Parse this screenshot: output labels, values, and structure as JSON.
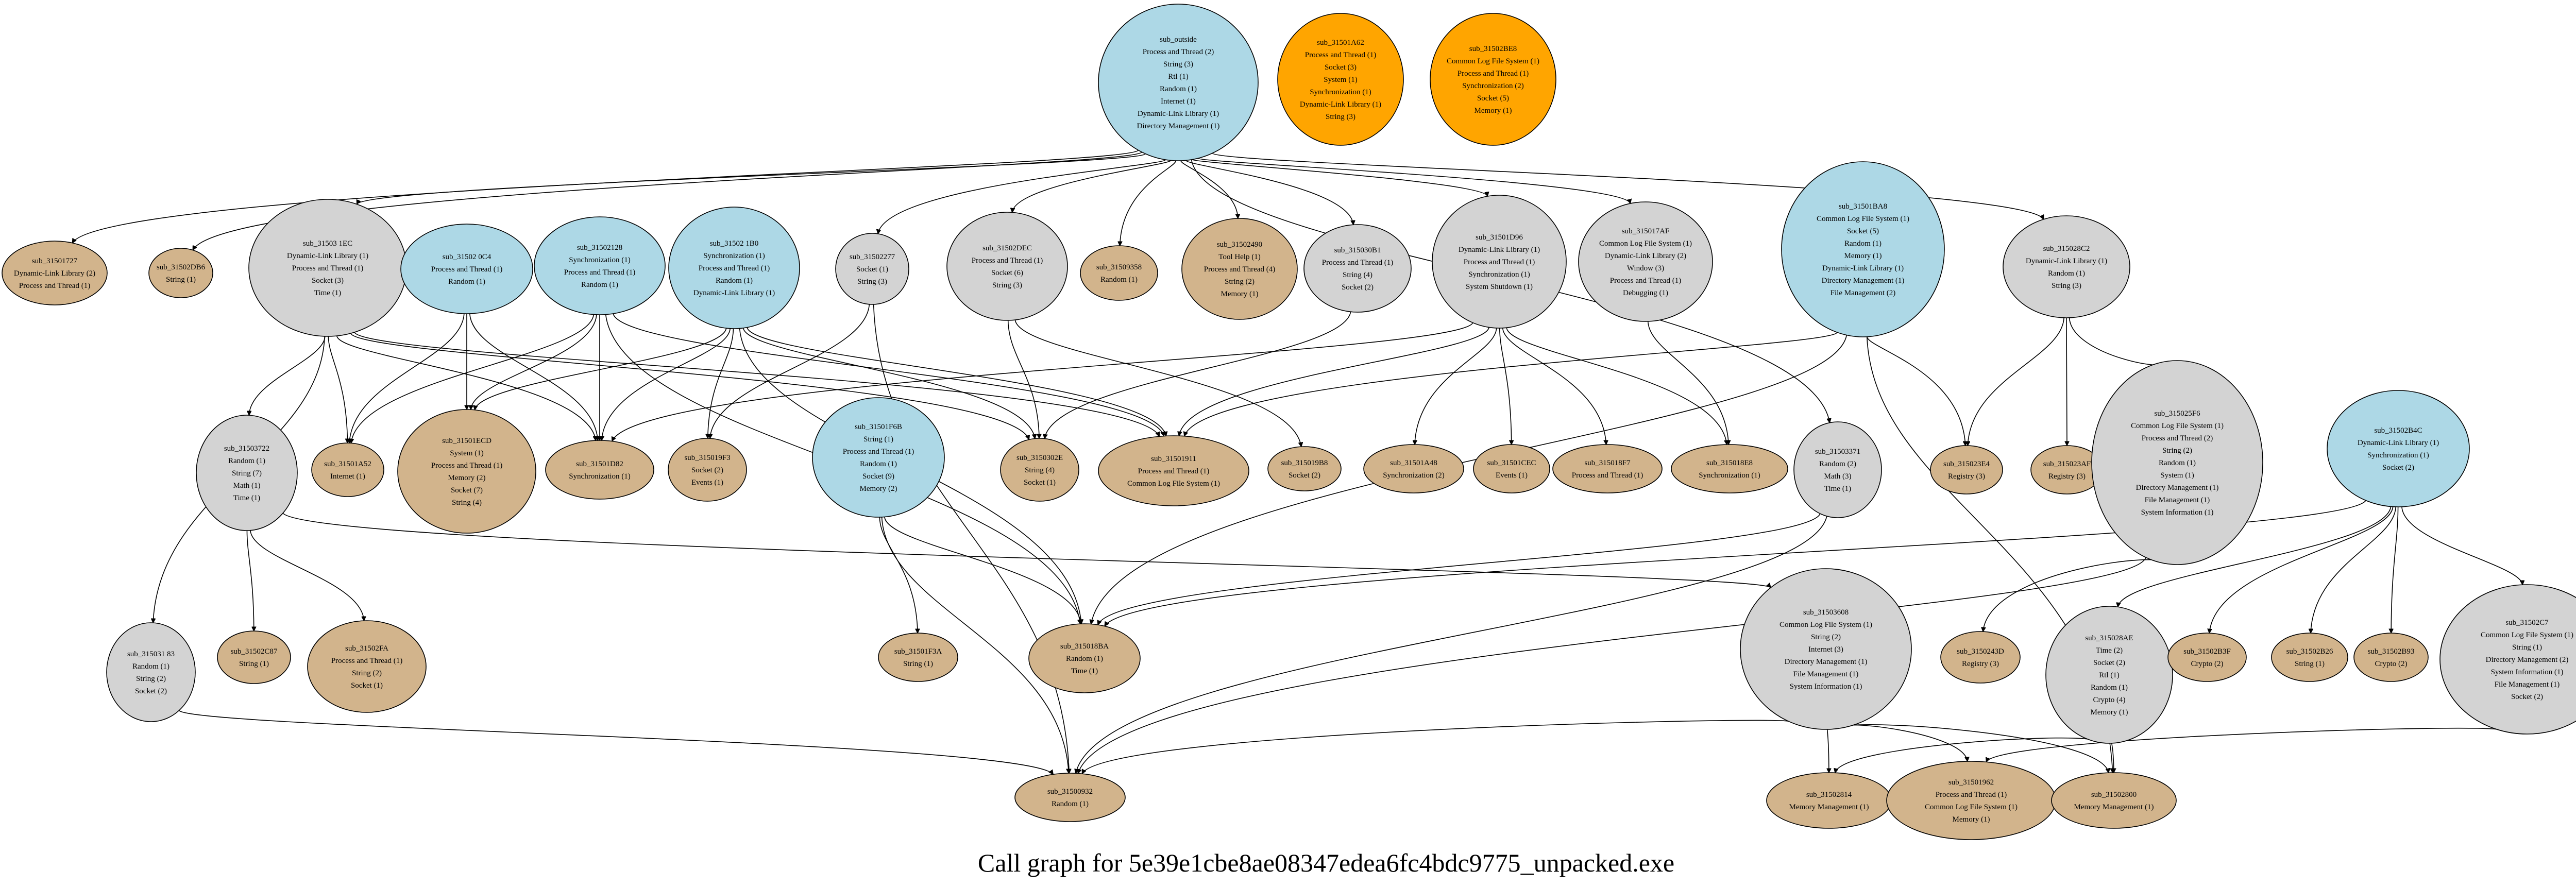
{
  "caption": "Call graph for 5e39e1cbe8ae08347edea6fc4bdc9775_unpacked.exe",
  "colors": {
    "blue": "#add8e6",
    "orange": "#ffa500",
    "tan": "#d2b48c",
    "gray": "#d3d3d3"
  },
  "nodes": [
    {
      "id": "sub_outside",
      "color": "blue",
      "lines": [
        "sub_outside",
        "Process and Thread (2)",
        "String (3)",
        "Rtl (1)",
        "Random (1)",
        "Internet (1)",
        "Dynamic-Link Library (1)",
        "Directory Management (1)"
      ]
    },
    {
      "id": "sub_31501A62",
      "color": "orange",
      "lines": [
        "sub_31501A62",
        "Process and Thread (1)",
        "Socket (3)",
        "System (1)",
        "Synchronization (1)",
        "Dynamic-Link Library (1)",
        "String (3)"
      ]
    },
    {
      "id": "sub_31502BE8",
      "color": "orange",
      "lines": [
        "sub_31502BE8",
        "Common Log File System (1)",
        "Process and Thread (1)",
        "Synchronization (2)",
        "Socket (5)",
        "Memory (1)"
      ]
    },
    {
      "id": "sub_31501727",
      "color": "tan",
      "lines": [
        "sub_31501727",
        "Dynamic-Link Library (2)",
        "Process and Thread (1)"
      ]
    },
    {
      "id": "sub_31502DB6",
      "color": "tan",
      "lines": [
        "sub_31502DB6",
        "String (1)"
      ]
    },
    {
      "id": "sub_31503 1EC",
      "color": "gray",
      "lines": [
        "sub_31503 1EC",
        "Dynamic-Link Library (1)",
        "Process and Thread (1)",
        "Socket (3)",
        "Time (1)"
      ]
    },
    {
      "id": "sub_31502 0C4",
      "color": "blue",
      "lines": [
        "sub_31502 0C4",
        "Process and Thread (1)",
        "Random (1)"
      ]
    },
    {
      "id": "sub_31502128",
      "color": "blue",
      "lines": [
        "sub_31502128",
        "Synchronization (1)",
        "Process and Thread (1)",
        "Random (1)"
      ]
    },
    {
      "id": "sub_31502 1B0",
      "color": "blue",
      "lines": [
        "sub_31502 1B0",
        "Synchronization (1)",
        "Process and Thread (1)",
        "Random (1)",
        "Dynamic-Link Library (1)"
      ]
    },
    {
      "id": "sub_31502277",
      "color": "gray",
      "lines": [
        "sub_31502277",
        "Socket (1)",
        "String (3)"
      ]
    },
    {
      "id": "sub_31502DEC",
      "color": "gray",
      "lines": [
        "sub_31502DEC",
        "Process and Thread (1)",
        "Socket (6)",
        "String (3)"
      ]
    },
    {
      "id": "sub_31509358",
      "color": "tan",
      "lines": [
        "sub_31509358",
        "Random (1)"
      ]
    },
    {
      "id": "sub_31502490",
      "color": "tan",
      "lines": [
        "sub_31502490",
        "Tool Help (1)",
        "Process and Thread (4)",
        "String (2)",
        "Memory (1)"
      ]
    },
    {
      "id": "sub_315030B1",
      "color": "gray",
      "lines": [
        "sub_315030B1",
        "Process and Thread (1)",
        "String (4)",
        "Socket (2)"
      ]
    },
    {
      "id": "sub_31501D96",
      "color": "gray",
      "lines": [
        "sub_31501D96",
        "Dynamic-Link Library (1)",
        "Process and Thread (1)",
        "Synchronization (1)",
        "System Shutdown (1)"
      ]
    },
    {
      "id": "sub_315017AF",
      "color": "gray",
      "lines": [
        "sub_315017AF",
        "Common Log File System (1)",
        "Dynamic-Link Library (2)",
        "Window (3)",
        "Process and Thread (1)",
        "Debugging (1)"
      ]
    },
    {
      "id": "sub_31501BA8",
      "color": "blue",
      "lines": [
        "sub_31501BA8",
        "Common Log File System (1)",
        "Socket (5)",
        "Random (1)",
        "Memory (1)",
        "Dynamic-Link Library (1)",
        "Directory Management (1)",
        "File Management (2)"
      ]
    },
    {
      "id": "sub_315028C2",
      "color": "gray",
      "lines": [
        "sub_315028C2",
        "Dynamic-Link Library (1)",
        "Random (1)",
        "String (3)"
      ]
    },
    {
      "id": "sub_31503722",
      "color": "gray",
      "lines": [
        "sub_31503722",
        "Random (1)",
        "String (7)",
        "Math (1)",
        "Time (1)"
      ]
    },
    {
      "id": "sub_31501A52",
      "color": "tan",
      "lines": [
        "sub_31501A52",
        "Internet (1)"
      ]
    },
    {
      "id": "sub_31501ECD",
      "color": "tan",
      "lines": [
        "sub_31501ECD",
        "System (1)",
        "Process and Thread (1)",
        "Memory (2)",
        "Socket (7)",
        "String (4)"
      ]
    },
    {
      "id": "sub_31501D82",
      "color": "tan",
      "lines": [
        "sub_31501D82",
        "Synchronization (1)"
      ]
    },
    {
      "id": "sub_315019F3",
      "color": "tan",
      "lines": [
        "sub_315019F3",
        "Socket (2)",
        "Events (1)"
      ]
    },
    {
      "id": "sub_31501F6B",
      "color": "blue",
      "lines": [
        "sub_31501F6B",
        "String (1)",
        "Process and Thread (1)",
        "Random (1)",
        "Socket (9)",
        "Memory (2)"
      ]
    },
    {
      "id": "sub_3150302E",
      "color": "tan",
      "lines": [
        "sub_3150302E",
        "String (4)",
        "Socket (1)"
      ]
    },
    {
      "id": "sub_31501911",
      "color": "tan",
      "lines": [
        "sub_31501911",
        "Process and Thread (1)",
        "Common Log File System (1)"
      ]
    },
    {
      "id": "sub_315019B8",
      "color": "tan",
      "lines": [
        "sub_315019B8",
        "Socket (2)"
      ]
    },
    {
      "id": "sub_31501A48",
      "color": "tan",
      "lines": [
        "sub_31501A48",
        "Synchronization (2)"
      ]
    },
    {
      "id": "sub_31501CEC",
      "color": "tan",
      "lines": [
        "sub_31501CEC",
        "Events (1)"
      ]
    },
    {
      "id": "sub_315018F7",
      "color": "tan",
      "lines": [
        "sub_315018F7",
        "Process and Thread (1)"
      ]
    },
    {
      "id": "sub_315018E8",
      "color": "tan",
      "lines": [
        "sub_315018E8",
        "Synchronization (1)"
      ]
    },
    {
      "id": "sub_31503371",
      "color": "gray",
      "lines": [
        "sub_31503371",
        "Random (2)",
        "Math (3)",
        "Time (1)"
      ]
    },
    {
      "id": "sub_315023E4",
      "color": "tan",
      "lines": [
        "sub_315023E4",
        "Registry (3)"
      ]
    },
    {
      "id": "sub_315023AF",
      "color": "tan",
      "lines": [
        "sub_315023AF",
        "Registry (3)"
      ]
    },
    {
      "id": "sub_315025F6",
      "color": "gray",
      "lines": [
        "sub_315025F6",
        "Common Log File System (1)",
        "Process and Thread (2)",
        "String (2)",
        "Random (1)",
        "System (1)",
        "Directory Management (1)",
        "File Management (1)",
        "System Information (1)"
      ]
    },
    {
      "id": "sub_31502B4C",
      "color": "blue",
      "lines": [
        "sub_31502B4C",
        "Dynamic-Link Library (1)",
        "Synchronization (1)",
        "Socket (2)"
      ]
    },
    {
      "id": "sub_315031 83",
      "color": "gray",
      "lines": [
        "sub_315031 83",
        "Random (1)",
        "String (2)",
        "Socket (2)"
      ]
    },
    {
      "id": "sub_31502C87",
      "color": "tan",
      "lines": [
        "sub_31502C87",
        "String (1)"
      ]
    },
    {
      "id": "sub_31502FA",
      "color": "tan",
      "lines": [
        "sub_31502FA",
        "Process and Thread (1)",
        "String (2)",
        "Socket (1)"
      ]
    },
    {
      "id": "sub_31501F3A",
      "color": "tan",
      "lines": [
        "sub_31501F3A",
        "String (1)"
      ]
    },
    {
      "id": "sub_315018BA",
      "color": "tan",
      "lines": [
        "sub_315018BA",
        "Random (1)",
        "Time (1)"
      ]
    },
    {
      "id": "sub_31503608",
      "color": "gray",
      "lines": [
        "sub_31503608",
        "Common Log File System (1)",
        "String (2)",
        "Internet (3)",
        "Directory Management (1)",
        "File Management (1)",
        "System Information (1)"
      ]
    },
    {
      "id": "sub_3150243D",
      "color": "tan",
      "lines": [
        "sub_3150243D",
        "Registry (3)"
      ]
    },
    {
      "id": "sub_315028AE",
      "color": "gray",
      "lines": [
        "sub_315028AE",
        "Time (2)",
        "Socket (2)",
        "Rtl (1)",
        "Random (1)",
        "Crypto (4)",
        "Memory (1)"
      ]
    },
    {
      "id": "sub_31502B3F",
      "color": "tan",
      "lines": [
        "sub_31502B3F",
        "Crypto (2)"
      ]
    },
    {
      "id": "sub_31502B26",
      "color": "tan",
      "lines": [
        "sub_31502B26",
        "String (1)"
      ]
    },
    {
      "id": "sub_31502B93",
      "color": "tan",
      "lines": [
        "sub_31502B93",
        "Crypto (2)"
      ]
    },
    {
      "id": "sub_31502C7",
      "color": "gray",
      "lines": [
        "sub_31502C7",
        "Common Log File System (1)",
        "String (1)",
        "Directory Management (2)",
        "System Information (1)",
        "File Management (1)",
        "Socket (2)"
      ]
    },
    {
      "id": "sub_31500932",
      "color": "tan",
      "lines": [
        "sub_31500932",
        "Random (1)"
      ]
    },
    {
      "id": "sub_31502814",
      "color": "tan",
      "lines": [
        "sub_31502814",
        "Memory Management (1)"
      ]
    },
    {
      "id": "sub_31501962",
      "color": "tan",
      "lines": [
        "sub_31501962",
        "Process and Thread (1)",
        "Common Log File System (1)",
        "Memory (1)"
      ]
    },
    {
      "id": "sub_31502800",
      "color": "tan",
      "lines": [
        "sub_31502800",
        "Memory Management (1)"
      ]
    }
  ],
  "edges": [
    [
      "sub_outside",
      "sub_31501727"
    ],
    [
      "sub_outside",
      "sub_31502DB6"
    ],
    [
      "sub_outside",
      "sub_31503 1EC"
    ],
    [
      "sub_outside",
      "sub_31502277"
    ],
    [
      "sub_outside",
      "sub_31502DEC"
    ],
    [
      "sub_outside",
      "sub_31509358"
    ],
    [
      "sub_outside",
      "sub_31502490"
    ],
    [
      "sub_outside",
      "sub_315030B1"
    ],
    [
      "sub_outside",
      "sub_31501D96"
    ],
    [
      "sub_outside",
      "sub_315017AF"
    ],
    [
      "sub_outside",
      "sub_315028C2"
    ],
    [
      "sub_outside",
      "sub_31503371"
    ],
    [
      "sub_31503 1EC",
      "sub_31503722"
    ],
    [
      "sub_31503 1EC",
      "sub_31501A52"
    ],
    [
      "sub_31503 1EC",
      "sub_31501D82"
    ],
    [
      "sub_31503 1EC",
      "sub_315031 83"
    ],
    [
      "sub_31503 1EC",
      "sub_3150302E"
    ],
    [
      "sub_31503 1EC",
      "sub_31501911"
    ],
    [
      "sub_31502 0C4",
      "sub_31501A52"
    ],
    [
      "sub_31502 0C4",
      "sub_31501ECD"
    ],
    [
      "sub_31502 0C4",
      "sub_31501D82"
    ],
    [
      "sub_31502128",
      "sub_31501A52"
    ],
    [
      "sub_31502128",
      "sub_31501ECD"
    ],
    [
      "sub_31502128",
      "sub_31501D82"
    ],
    [
      "sub_31502128",
      "sub_315018BA"
    ],
    [
      "sub_31502128",
      "sub_31501911"
    ],
    [
      "sub_31502 1B0",
      "sub_31501ECD"
    ],
    [
      "sub_31502 1B0",
      "sub_31501D82"
    ],
    [
      "sub_31502 1B0",
      "sub_315019F3"
    ],
    [
      "sub_31502 1B0",
      "sub_3150302E"
    ],
    [
      "sub_31502 1B0",
      "sub_31501911"
    ],
    [
      "sub_31502 1B0",
      "sub_315018BA"
    ],
    [
      "sub_31502277",
      "sub_315019F3"
    ],
    [
      "sub_31502277",
      "sub_31500932"
    ],
    [
      "sub_31502DEC",
      "sub_3150302E"
    ],
    [
      "sub_31502DEC",
      "sub_315019B8"
    ],
    [
      "sub_315030B1",
      "sub_3150302E"
    ],
    [
      "sub_31501D96",
      "sub_31501A48"
    ],
    [
      "sub_31501D96",
      "sub_31501CEC"
    ],
    [
      "sub_31501D96",
      "sub_315018F7"
    ],
    [
      "sub_31501D96",
      "sub_315018E8"
    ],
    [
      "sub_31501D96",
      "sub_31501911"
    ],
    [
      "sub_31501D96",
      "sub_31501D82"
    ],
    [
      "sub_315017AF",
      "sub_315018E8"
    ],
    [
      "sub_31501BA8",
      "sub_315023E4"
    ],
    [
      "sub_31501BA8",
      "sub_31501911"
    ],
    [
      "sub_31501BA8",
      "sub_315018BA"
    ],
    [
      "sub_31501BA8",
      "sub_31502800"
    ],
    [
      "sub_315028C2",
      "sub_315023E4"
    ],
    [
      "sub_315028C2",
      "sub_315023AF"
    ],
    [
      "sub_315028C2",
      "sub_315025F6"
    ],
    [
      "sub_31503722",
      "sub_31502C87"
    ],
    [
      "sub_31503722",
      "sub_31502FA"
    ],
    [
      "sub_31503722",
      "sub_31503608"
    ],
    [
      "sub_31501F6B",
      "sub_31501F3A"
    ],
    [
      "sub_31501F6B",
      "sub_315018BA"
    ],
    [
      "sub_31501F6B",
      "sub_31500932"
    ],
    [
      "sub_31503371",
      "sub_315018BA"
    ],
    [
      "sub_31503371",
      "sub_31500932"
    ],
    [
      "sub_315025F6",
      "sub_3150243D"
    ],
    [
      "sub_315025F6",
      "sub_31500932"
    ],
    [
      "sub_31502B4C",
      "sub_315028AE"
    ],
    [
      "sub_31502B4C",
      "sub_31502B3F"
    ],
    [
      "sub_31502B4C",
      "sub_31502B26"
    ],
    [
      "sub_31502B4C",
      "sub_31502B93"
    ],
    [
      "sub_31502B4C",
      "sub_31502C7"
    ],
    [
      "sub_31502B4C",
      "sub_315018BA"
    ],
    [
      "sub_315031 83",
      "sub_31500932"
    ],
    [
      "sub_31503608",
      "sub_31500932"
    ],
    [
      "sub_31503608",
      "sub_31502814"
    ],
    [
      "sub_31503608",
      "sub_31501962"
    ],
    [
      "sub_31503608",
      "sub_31502800"
    ],
    [
      "sub_315028AE",
      "sub_31502814"
    ],
    [
      "sub_315028AE",
      "sub_31502800"
    ],
    [
      "sub_31502C7",
      "sub_31501962"
    ]
  ]
}
